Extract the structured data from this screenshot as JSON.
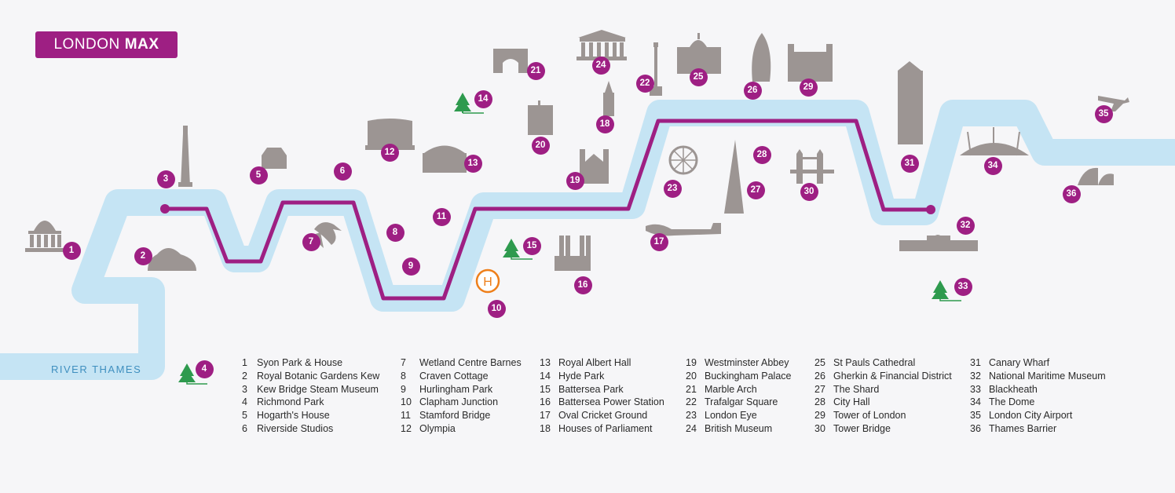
{
  "title": {
    "light": "LONDON",
    "bold": "MAX"
  },
  "river_label": "RIVER THAMES",
  "heliport_symbol": "H",
  "colors": {
    "brand": "#9e1f83",
    "river": "#c5e4f4",
    "landmark": "#9c9593",
    "park": "#2e9a4e",
    "heliport": "#ee7f1a"
  },
  "icons": [
    "park-tree-icon",
    "heliport-icon",
    "airplane-icon",
    "landmark-icon"
  ],
  "stops": [
    {
      "n": "1",
      "name": "Syon Park & House"
    },
    {
      "n": "2",
      "name": "Royal Botanic Gardens Kew"
    },
    {
      "n": "3",
      "name": "Kew Bridge Steam Museum"
    },
    {
      "n": "4",
      "name": "Richmond Park"
    },
    {
      "n": "5",
      "name": "Hogarth's House"
    },
    {
      "n": "6",
      "name": "Riverside Studios"
    },
    {
      "n": "7",
      "name": "Wetland Centre Barnes"
    },
    {
      "n": "8",
      "name": "Craven Cottage"
    },
    {
      "n": "9",
      "name": "Hurlingham Park"
    },
    {
      "n": "10",
      "name": "Clapham Junction"
    },
    {
      "n": "11",
      "name": "Stamford Bridge"
    },
    {
      "n": "12",
      "name": "Olympia"
    },
    {
      "n": "13",
      "name": "Royal Albert Hall"
    },
    {
      "n": "14",
      "name": "Hyde Park"
    },
    {
      "n": "15",
      "name": "Battersea Park"
    },
    {
      "n": "16",
      "name": "Battersea Power Station"
    },
    {
      "n": "17",
      "name": "Oval Cricket Ground"
    },
    {
      "n": "18",
      "name": "Houses of Parliament"
    },
    {
      "n": "19",
      "name": "Westminster Abbey"
    },
    {
      "n": "20",
      "name": "Buckingham Palace"
    },
    {
      "n": "21",
      "name": "Marble Arch"
    },
    {
      "n": "22",
      "name": "Trafalgar Square"
    },
    {
      "n": "23",
      "name": "London Eye"
    },
    {
      "n": "24",
      "name": "British Museum"
    },
    {
      "n": "25",
      "name": "St Pauls Cathedral"
    },
    {
      "n": "26",
      "name": "Gherkin & Financial District"
    },
    {
      "n": "27",
      "name": "The Shard"
    },
    {
      "n": "28",
      "name": "City Hall"
    },
    {
      "n": "29",
      "name": "Tower of London"
    },
    {
      "n": "30",
      "name": "Tower Bridge"
    },
    {
      "n": "31",
      "name": "Canary Wharf"
    },
    {
      "n": "32",
      "name": "National Maritime Museum"
    },
    {
      "n": "33",
      "name": "Blackheath"
    },
    {
      "n": "34",
      "name": "The Dome"
    },
    {
      "n": "35",
      "name": "London City Airport"
    },
    {
      "n": "36",
      "name": "Thames Barrier"
    }
  ]
}
